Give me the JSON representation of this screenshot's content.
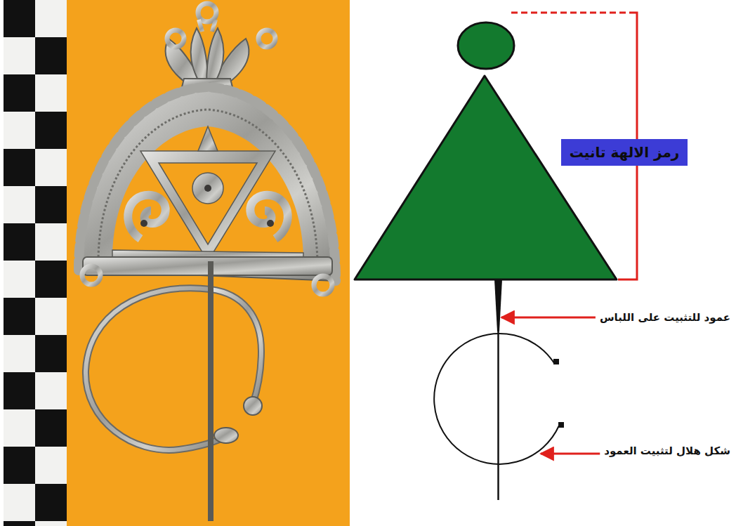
{
  "diagram": {
    "nodes": [
      {
        "text": [
          "رمز الالهة تانيت"
        ]
      }
    ],
    "labels": [
      "عمود للتثبيت على اللباس",
      "شكل هلال لتثبيت العمود"
    ]
  }
}
